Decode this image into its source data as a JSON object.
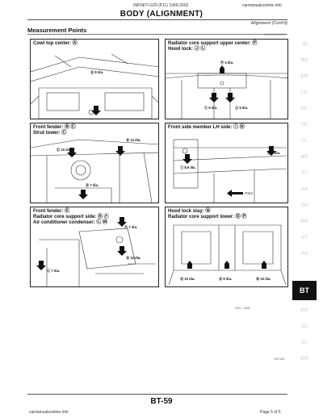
{
  "header": {
    "model_line": "INFINITI G20 (P11) 1999-2002",
    "site": "carmanualsonline.info",
    "title": "BODY (ALIGNMENT)",
    "continued": "Alignment (Cont'd)",
    "section_title": "Measurement Points",
    "figure_code": "NBS000A005100"
  },
  "panels": [
    {
      "lines": [
        "Cowl top center: Ⓐ"
      ],
      "callouts": [
        {
          "text": "Ⓐ 8 dia."
        }
      ]
    },
    {
      "lines": [
        "Radiator core support upper center: Ⓟ",
        "Hood lock: Ⓙ Ⓛ"
      ],
      "callouts": [
        {
          "text": "Ⓟ 4 dia."
        },
        {
          "text": "Ⓛ 9 dia."
        },
        {
          "text": "Ⓙ 9 dia."
        }
      ]
    },
    {
      "lines": [
        "Front fender: Ⓑ Ⓒ",
        "Strut tower: Ⓒ"
      ],
      "callouts": [
        {
          "text": "Ⓒ 10 dia."
        },
        {
          "text": "Ⓑ 13 dia."
        },
        {
          "text": "Ⓓ 7 dia."
        }
      ]
    },
    {
      "lines": [
        "Front side member LH side: Ⓘ Ⓗ"
      ],
      "callouts": [
        {
          "text": "Ⓘ 8.5 dia."
        },
        {
          "text": "Ⓗ 8 dia."
        },
        {
          "text": "Front"
        }
      ]
    },
    {
      "lines": [
        "Front fender: Ⓔ",
        "Radiator core support side: Ⓚ Ⓕ",
        "Air conditioner condenser: Ⓛ Ⓜ"
      ],
      "callouts": [
        {
          "text": "Ⓕ 7 dia."
        },
        {
          "text": "Ⓖ 12 dia."
        },
        {
          "text": "Ⓛ 7 dia."
        }
      ]
    },
    {
      "lines": [
        "Hood lock stay: Ⓝ",
        "Radiator core support lower: Ⓞ Ⓟ"
      ],
      "callouts": [
        {
          "text": "Ⓝ 10 dia."
        },
        {
          "text": "Ⓝ 9 dia."
        },
        {
          "text": "Ⓜ 10 dia."
        }
      ]
    }
  ],
  "figure_note": "QRS - 4045",
  "figure_id": "CBT428",
  "sidebar": {
    "tabs": [
      "GI",
      "MA",
      "EM",
      "LC",
      "EC",
      "FE",
      "CL",
      "MT",
      "AT",
      "AX",
      "SU",
      "BR",
      "ST",
      "RS",
      "BT",
      "HA",
      "SC",
      "EL",
      "IDX"
    ],
    "active_index": 14
  },
  "footer": {
    "page_number": "BT-59",
    "site": "carmanualsonline.info",
    "page_of": "Page 5 of 5"
  }
}
